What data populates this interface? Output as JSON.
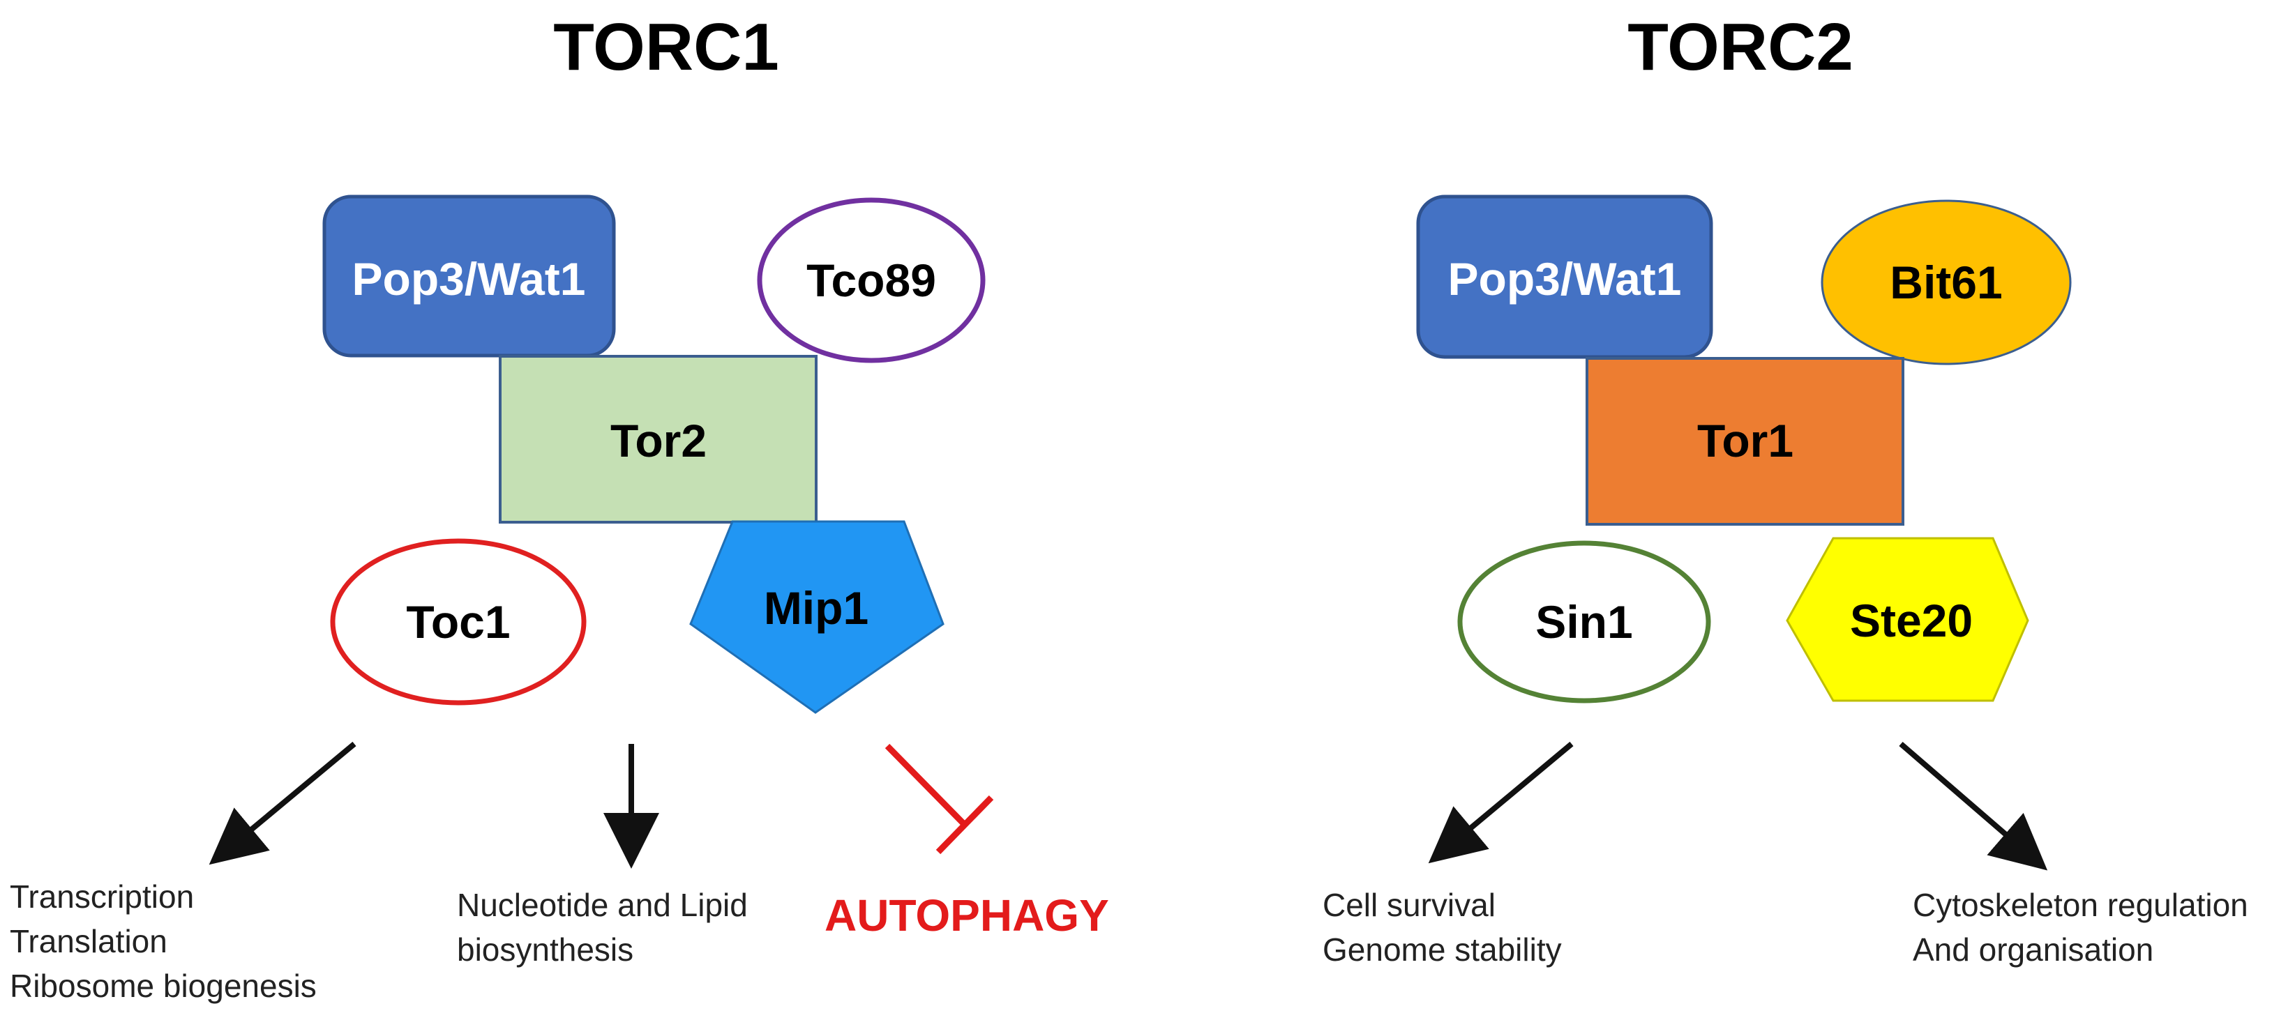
{
  "colors": {
    "pop3_fill": "#4472C4",
    "pop3_stroke": "#2F528F",
    "tor2_fill": "#C5E0B4",
    "tor2_stroke": "#3B5E8F",
    "tor1_fill": "#ED7D31",
    "tor1_stroke": "#3B5E8F",
    "bit61_fill": "#FFC000",
    "bit61_stroke": "#3B5E8F",
    "tco89_stroke": "#7030A0",
    "toc1_stroke": "#E02020",
    "sin1_stroke": "#548235",
    "mip1_fill": "#2196F3",
    "mip1_stroke": "#1F6FB5",
    "ste20_fill": "#FFFF00",
    "ste20_stroke": "#BFBF00",
    "arrow": "#111111",
    "inhibit": "#E31B1B",
    "autophagy": "#E31B1B"
  },
  "torc1": {
    "title": "TORC1",
    "pop3": "Pop3/Wat1",
    "tco89": "Tco89",
    "tor2": "Tor2",
    "toc1": "Toc1",
    "mip1": "Mip1",
    "output_left": [
      "Transcription",
      "Translation",
      "Ribosome biogenesis"
    ],
    "output_middle": [
      "Nucleotide and Lipid",
      "biosynthesis"
    ],
    "output_right": "AUTOPHAGY"
  },
  "torc2": {
    "title": "TORC2",
    "pop3": "Pop3/Wat1",
    "bit61": "Bit61",
    "tor1": "Tor1",
    "sin1": "Sin1",
    "ste20": "Ste20",
    "output_left": [
      "Cell survival",
      "Genome stability"
    ],
    "output_right": [
      "Cytoskeleton regulation",
      "And organisation"
    ]
  }
}
